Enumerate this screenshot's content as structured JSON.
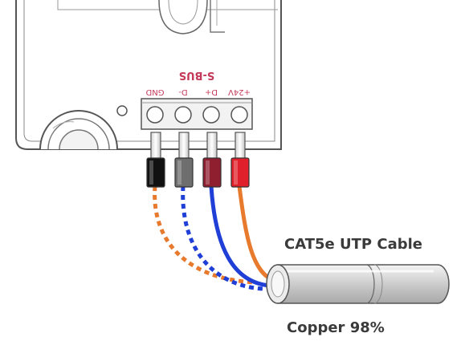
{
  "bus": {
    "label": "S-BUS",
    "pins": [
      {
        "label": "GND",
        "sleeve_color": "#111111",
        "wire_color": "#e87a2e",
        "wire_style": "dashed"
      },
      {
        "label": "D-",
        "sleeve_color": "#6e6e6e",
        "wire_color": "#1f3fd6",
        "wire_style": "dashed"
      },
      {
        "label": "D+",
        "sleeve_color": "#8f1f2f",
        "wire_color": "#1f3fd6",
        "wire_style": "solid"
      },
      {
        "label": "+24V",
        "sleeve_color": "#e0202a",
        "wire_color": "#e87a2e",
        "wire_style": "solid"
      }
    ]
  },
  "cable": {
    "name": "CAT5e UTP Cable",
    "conductor": "Copper 98%"
  },
  "colors": {
    "outline": "#555555",
    "label": "#c43a5a",
    "caption": "#3a3a3a"
  }
}
